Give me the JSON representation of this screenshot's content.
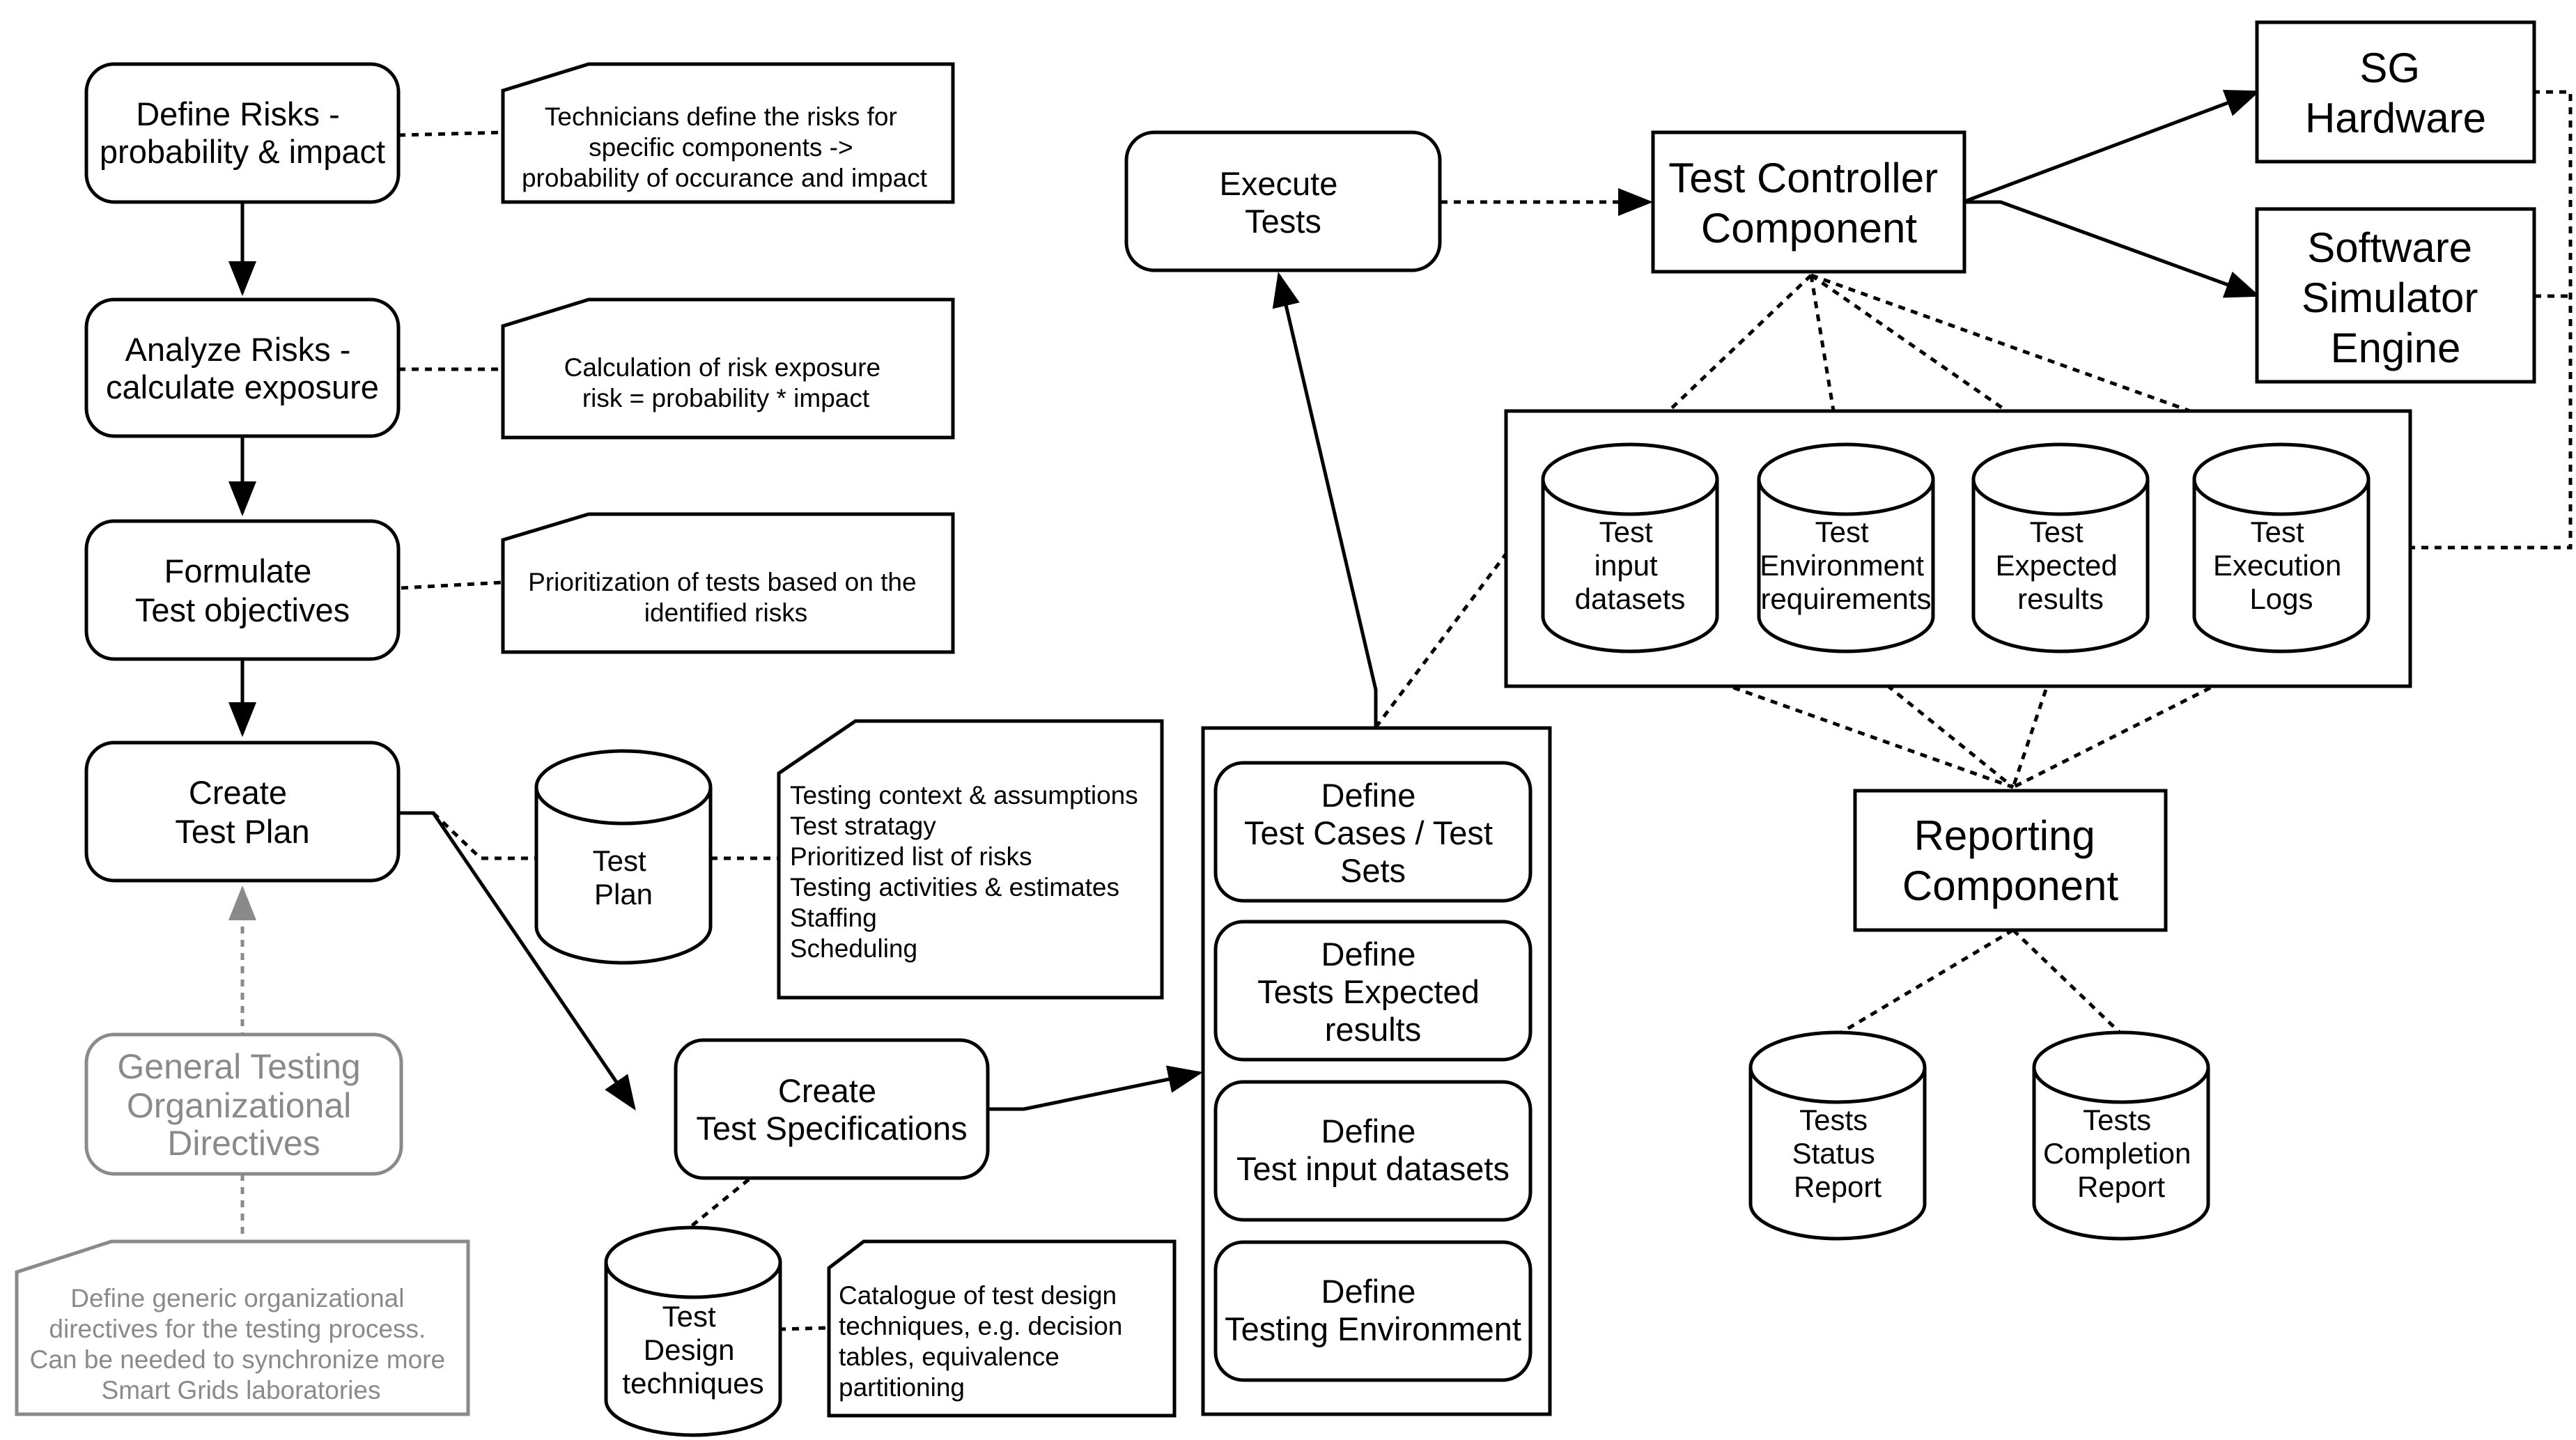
{
  "process": {
    "define_risks": [
      "Define Risks -",
      "probability & impact"
    ],
    "analyze_risks": [
      "Analyze Risks -",
      "calculate exposure"
    ],
    "formulate": [
      "Formulate",
      "Test objectives"
    ],
    "create_plan": [
      "Create",
      "Test Plan"
    ],
    "general_directives": [
      "General Testing",
      "Organizational",
      "Directives"
    ],
    "create_specs": [
      "Create",
      "Test Specifications"
    ],
    "execute": [
      "Execute",
      "Tests"
    ],
    "define_cases": [
      "Define",
      "Test Cases / Test",
      "Sets"
    ],
    "define_expected": [
      "Define",
      "Tests Expected",
      "results"
    ],
    "define_input": [
      "Define",
      "Test input datasets"
    ],
    "define_env": [
      "Define",
      "Testing Environment"
    ]
  },
  "notes": {
    "risks": [
      "Technicians define the risks for",
      "specific components ->",
      "probability of occurance and impact"
    ],
    "exposure": [
      "Calculation of risk exposure",
      "risk = probability * impact"
    ],
    "prioritization": [
      "Prioritization of tests based on the",
      "identified risks"
    ],
    "plan_contents": [
      "Testing context & assumptions",
      "Test stratagy",
      "Prioritized list of risks",
      "Testing activities & estimates",
      "Staffing",
      "Scheduling"
    ],
    "catalogue": [
      "Catalogue of test design",
      "techniques, e.g. decision",
      "tables, equivalence",
      "partitioning"
    ],
    "generic": [
      "Define generic organizational",
      "directives for the testing process.",
      "Can be needed to synchronize more",
      "Smart Grids laboratories"
    ]
  },
  "components": {
    "controller": [
      "Test Controller",
      "Component"
    ],
    "sg_hardware": [
      "SG",
      "Hardware"
    ],
    "simulator": [
      "Software",
      "Simulator",
      "Engine"
    ],
    "reporting": [
      "Reporting",
      "Component"
    ]
  },
  "stores": {
    "test_plan": [
      "Test",
      "Plan"
    ],
    "design_techniques": [
      "Test",
      "Design",
      "techniques"
    ],
    "input_datasets": [
      "Test",
      "input",
      "datasets"
    ],
    "env_requirements": [
      "Test",
      "Environment",
      "requirements"
    ],
    "expected_results": [
      "Test",
      "Expected",
      "results"
    ],
    "execution_logs": [
      "Test",
      "Execution",
      "Logs"
    ],
    "status_report": [
      "Tests",
      "Status",
      "Report"
    ],
    "completion_report": [
      "Tests",
      "Completion",
      "Report"
    ]
  }
}
